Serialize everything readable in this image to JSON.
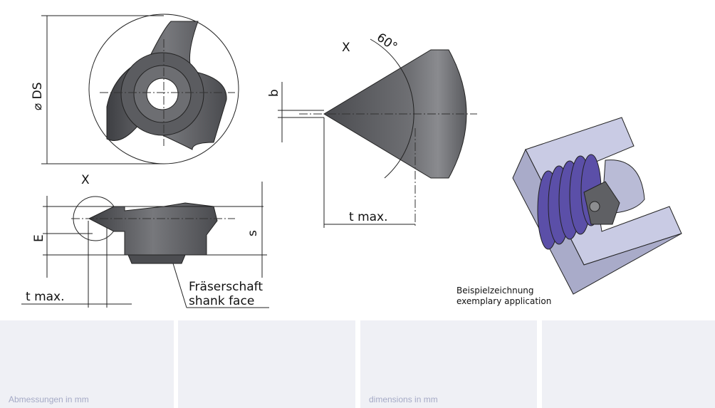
{
  "front_view": {
    "diameter_label": "⌀ DS"
  },
  "side_view": {
    "detail_label": "X",
    "e_label": "E",
    "s_label": "s",
    "tmax_label": "t max.",
    "shank_label_de": "Fräserschaft",
    "shank_label_en": "shank face"
  },
  "detail_view": {
    "detail_label": "X",
    "angle_label": "60°",
    "b_label": "b",
    "tmax_label": "t max."
  },
  "application": {
    "caption_de": "Beispielzeichnung",
    "caption_en": "exemplary application"
  },
  "panels": [
    {
      "label": "Abmessungen in mm"
    },
    {
      "label": ""
    },
    {
      "label": "dimensions in mm"
    },
    {
      "label": ""
    }
  ],
  "colors": {
    "tool": "#55565a",
    "workpiece": "#a9abc9",
    "thread": "#5b4fa8",
    "panel": "#eff0f5"
  }
}
